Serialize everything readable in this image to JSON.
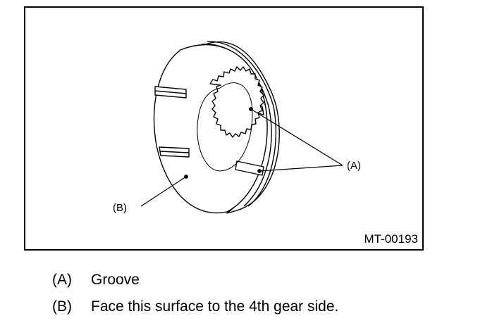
{
  "figure": {
    "id": "MT-00193",
    "callouts": {
      "a": "(A)",
      "b": "(B)"
    }
  },
  "legend": [
    {
      "key": "(A)",
      "text": "Groove"
    },
    {
      "key": "(B)",
      "text": "Face this surface to the 4th gear side."
    }
  ]
}
